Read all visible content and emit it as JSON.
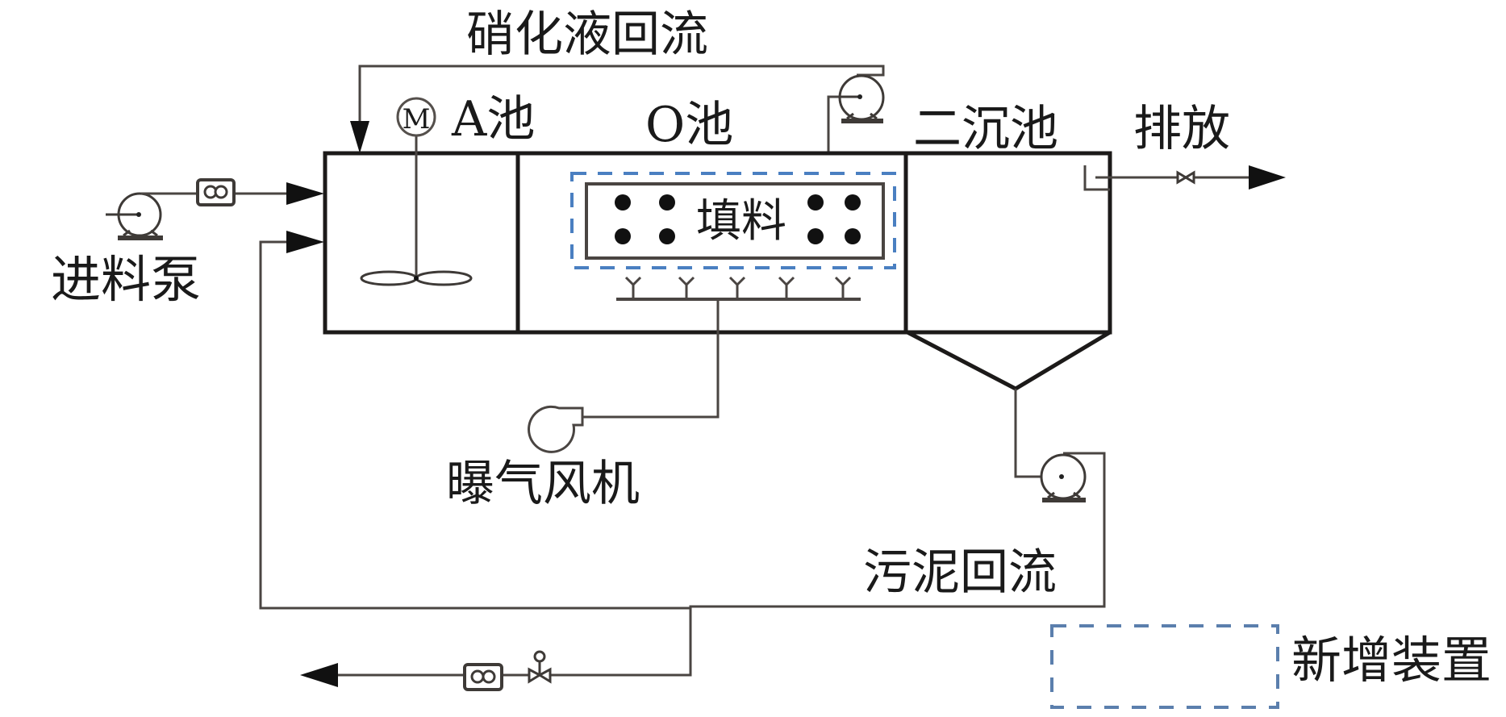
{
  "diagram": {
    "title_recycle": "硝化液回流",
    "tanks": {
      "anoxic": "A池",
      "oxic": "O池",
      "clarifier": "二沉池"
    },
    "packing_label": "填料",
    "motor_symbol": "M",
    "discharge_label": "排放",
    "feed_pump_label": "进料泵",
    "blower_label": "曝气风机",
    "sludge_return_label": "污泥回流",
    "legend": {
      "new_equipment_label": "新增装置"
    },
    "colors": {
      "new_equipment_dash": "#4a7fc1",
      "line": "#1c1a19"
    }
  }
}
